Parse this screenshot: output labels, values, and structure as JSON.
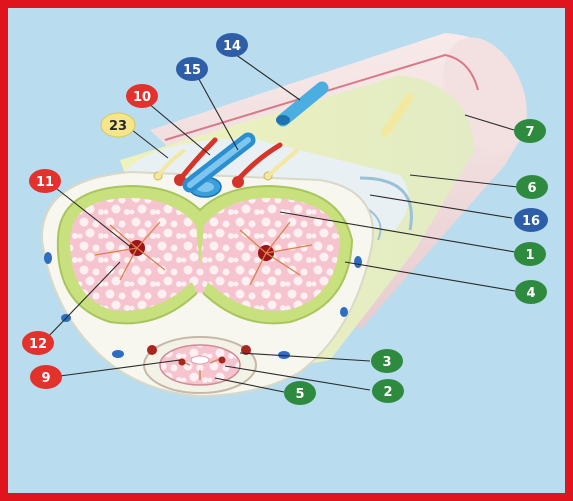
{
  "labels": [
    {
      "id": "14",
      "color": "blue"
    },
    {
      "id": "15",
      "color": "blue"
    },
    {
      "id": "10",
      "color": "red"
    },
    {
      "id": "23",
      "color": "yellow"
    },
    {
      "id": "11",
      "color": "red"
    },
    {
      "id": "12",
      "color": "red"
    },
    {
      "id": "9",
      "color": "red"
    },
    {
      "id": "7",
      "color": "green"
    },
    {
      "id": "6",
      "color": "green"
    },
    {
      "id": "16",
      "color": "blue"
    },
    {
      "id": "1",
      "color": "green"
    },
    {
      "id": "4",
      "color": "green"
    },
    {
      "id": "3",
      "color": "green"
    },
    {
      "id": "2",
      "color": "green"
    },
    {
      "id": "5",
      "color": "green"
    }
  ],
  "colors": {
    "frame": "#e0141c",
    "background": "#b9dcef",
    "green_badge": "#2e8a3e",
    "red_badge": "#e2322b",
    "blue_badge": "#2e5ea8",
    "yellow_badge": "#f5e68a",
    "tissue_pink": "#f6c4cf",
    "outer_tube": "#f0dcdc",
    "yellow_sheath": "#eef0b6",
    "green_ring": "#c9e07f",
    "artery_red": "#d5342a",
    "vein_blue": "#3aa0dc"
  }
}
